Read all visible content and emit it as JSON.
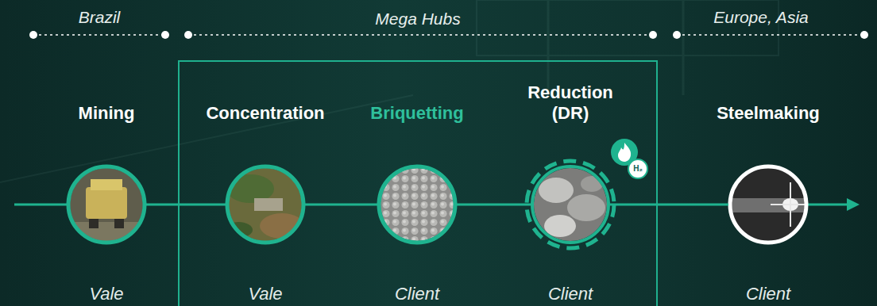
{
  "diagram": {
    "nodes": [
      {
        "text": [
          "Mining",
          "Vale"
        ]
      },
      {
        "text": [
          "Mega Hubs"
        ]
      },
      {
        "text": [
          "Concentration",
          "Vale"
        ],
        "in": 1
      },
      {
        "text": [
          "Briquetting",
          "Client"
        ],
        "in": 1
      },
      {
        "text": [
          "Reduction (DR)",
          "Client"
        ],
        "in": 1
      },
      {
        "text": [
          "Steelmaking",
          "Client"
        ]
      }
    ],
    "edges": [
      {
        "from": 0,
        "to": 2,
        "arrow": "none"
      },
      {
        "from": 2,
        "to": 3,
        "arrow": "none"
      },
      {
        "from": 3,
        "to": 4,
        "arrow": "none"
      },
      {
        "from": 4,
        "to": 5,
        "arrow": "none"
      }
    ],
    "labels": [
      "Brazil",
      "Europe, Asia",
      "H₂"
    ]
  }
}
